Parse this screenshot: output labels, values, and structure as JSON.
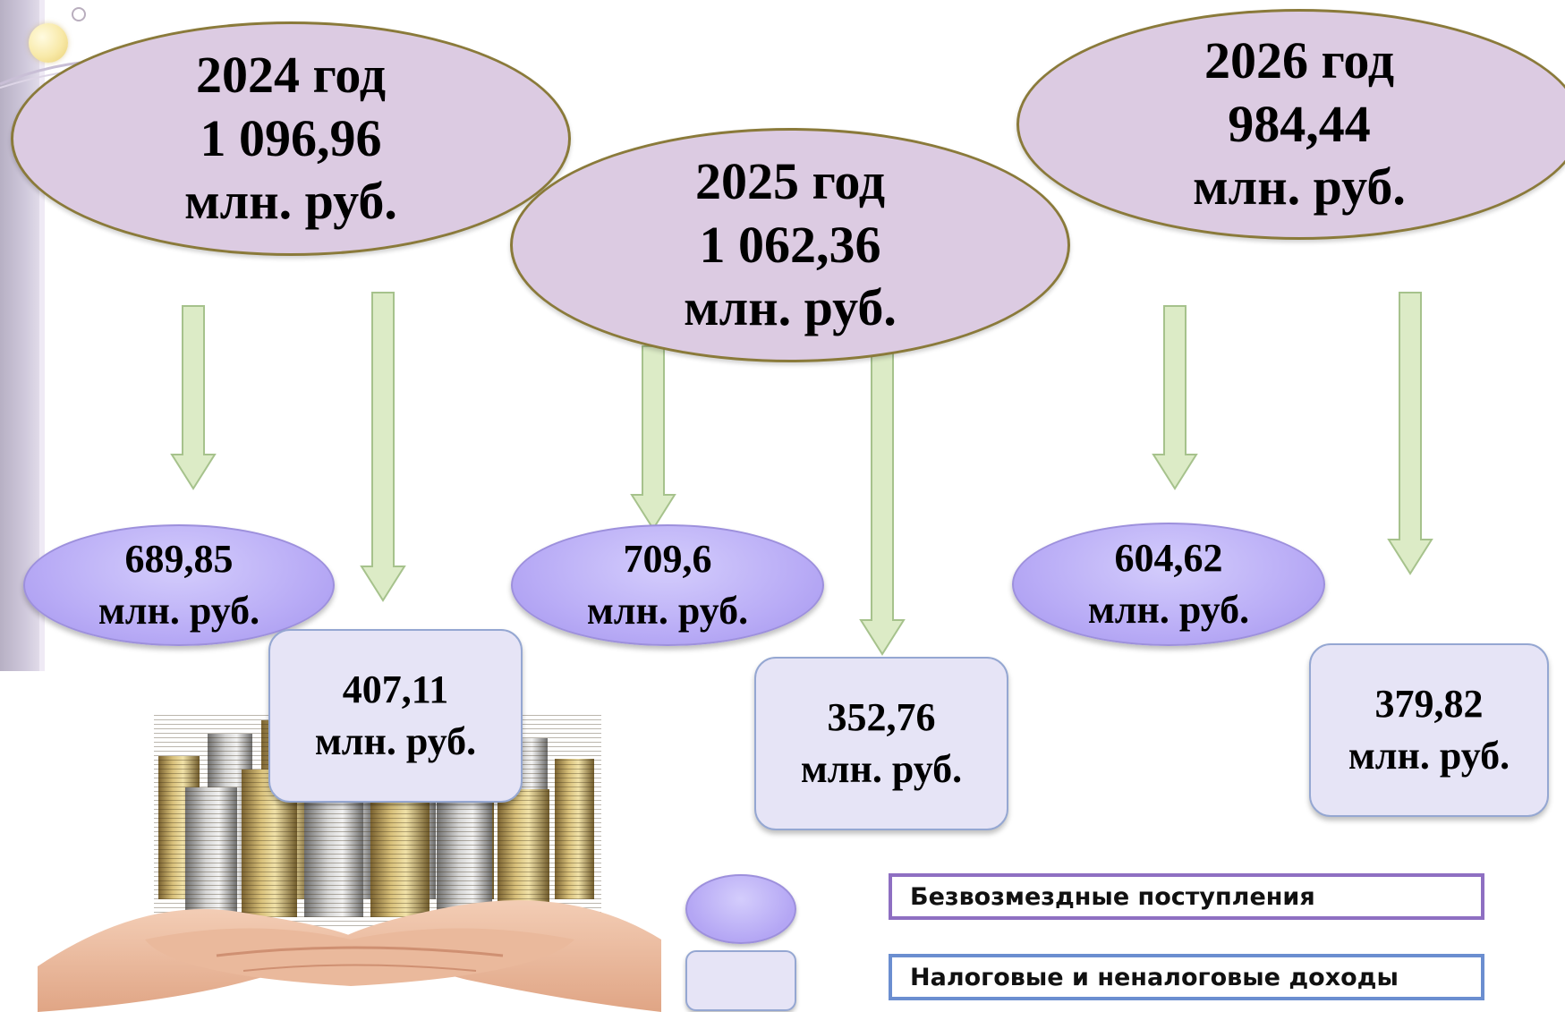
{
  "years": [
    {
      "year": "2024 год",
      "total": "1 096,96",
      "unit": "млн. руб."
    },
    {
      "year": "2025 год",
      "total": "1 062,36",
      "unit": "млн. руб."
    },
    {
      "year": "2026 год",
      "total": "984,44",
      "unit": "млн. руб."
    }
  ],
  "grants": [
    {
      "value": "689,85",
      "unit": "млн. руб."
    },
    {
      "value": "709,6",
      "unit": "млн. руб."
    },
    {
      "value": "604,62",
      "unit": "млн. руб."
    }
  ],
  "tax_revenues": [
    {
      "value": "407,11",
      "unit": "млн. руб."
    },
    {
      "value": "352,76",
      "unit": "млн. руб."
    },
    {
      "value": "379,82",
      "unit": "млн. руб."
    }
  ],
  "legend": {
    "grants_label": "Безвозмездные поступления",
    "tax_label": "Налоговые и неналоговые доходы"
  },
  "colors": {
    "year_fill": "#dccbe2",
    "year_border": "#8a7a3a",
    "grant_fill": "#b9acf6",
    "tax_fill": "#e6e4f6",
    "arrow_fill": "#dcebc6"
  },
  "icons": {
    "arrow": "down-arrow-icon",
    "picture": "coins-in-hands-picture"
  }
}
